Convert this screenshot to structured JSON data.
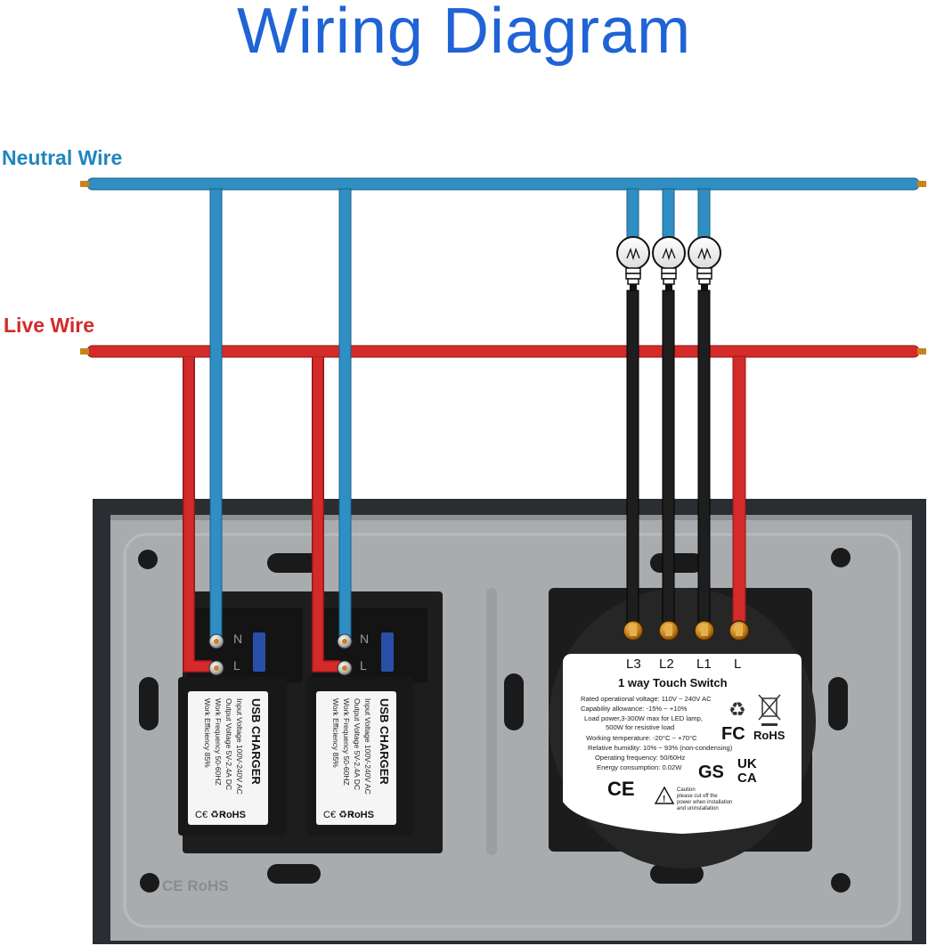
{
  "title": "Wiring Diagram",
  "labels": {
    "neutral": "Neutral Wire",
    "live": "Live Wire"
  },
  "usb_charger": {
    "title": "USB CHARGER",
    "lines": [
      "Input Voltage 100V-240V AC",
      "Output Voltage 5V-2.4A DC",
      "Work Frequency 50-60HZ",
      "Work Efficiency 85%"
    ],
    "cert": "RoHS",
    "terminal_n": "N",
    "terminal_l": "L"
  },
  "touch_switch": {
    "terminals": [
      "L3",
      "L2",
      "L1",
      "L"
    ],
    "title": "1 way Touch  Switch",
    "specs": [
      "Rated operational voltage: 110V ~ 240V AC",
      "Capability allowance: -15% ~ +10%",
      "Load power,3-300W max for LED lamp,",
      "500W for resistive load",
      "Working temperature: -20°C ~ +70°C",
      "Relative humidity: 10% ~ 93% (non-condensing)",
      "Operating frequency: 50/60Hz",
      "Energy consumption: 0.02W"
    ],
    "caution": [
      "Caution",
      "please cut off the",
      "power when installation",
      "and uninstallation"
    ],
    "marks": [
      "FC",
      "RoHS",
      "GS",
      "UK",
      "CA",
      "CE"
    ]
  },
  "panel_marking": "CE RoHS",
  "colors": {
    "title": "#1f63d6",
    "neutral_wire": "#2f8fc4",
    "live_wire": "#d42a2a",
    "load_wire": "#1e1e1e",
    "terminal": "#c8821e",
    "panel_frame": "#2a2d31",
    "panel_face": "#a9acaf"
  }
}
